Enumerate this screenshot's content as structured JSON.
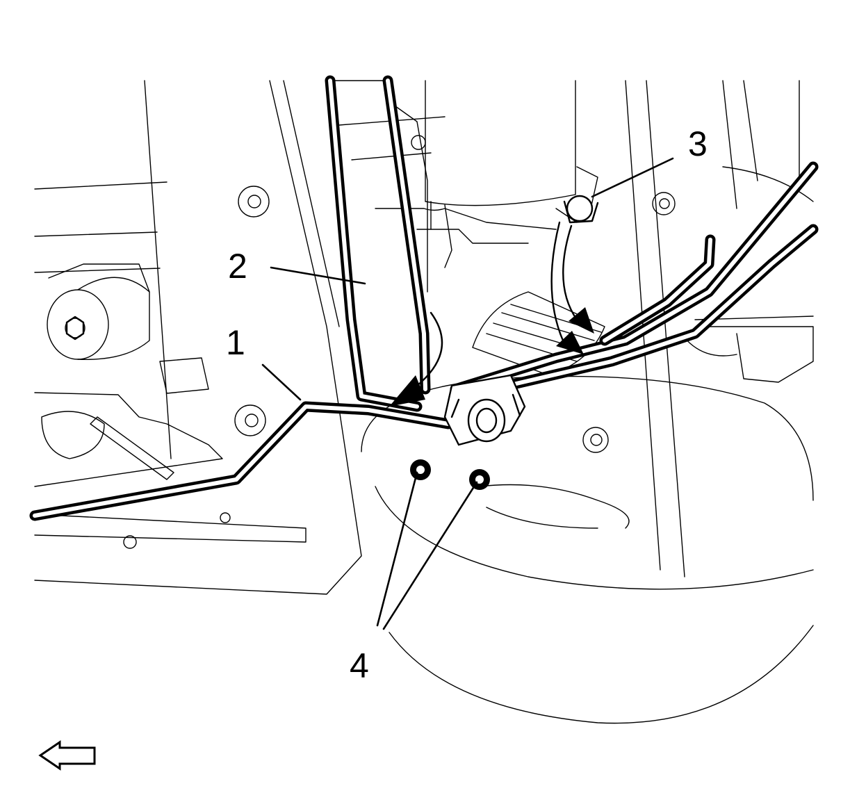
{
  "callouts": {
    "c1": "1",
    "c2": "2",
    "c3": "3",
    "c4": "4"
  },
  "icons": {
    "direction_arrow": "left-arrow-icon"
  },
  "colors": {
    "line": "#000000",
    "background": "#ffffff"
  }
}
